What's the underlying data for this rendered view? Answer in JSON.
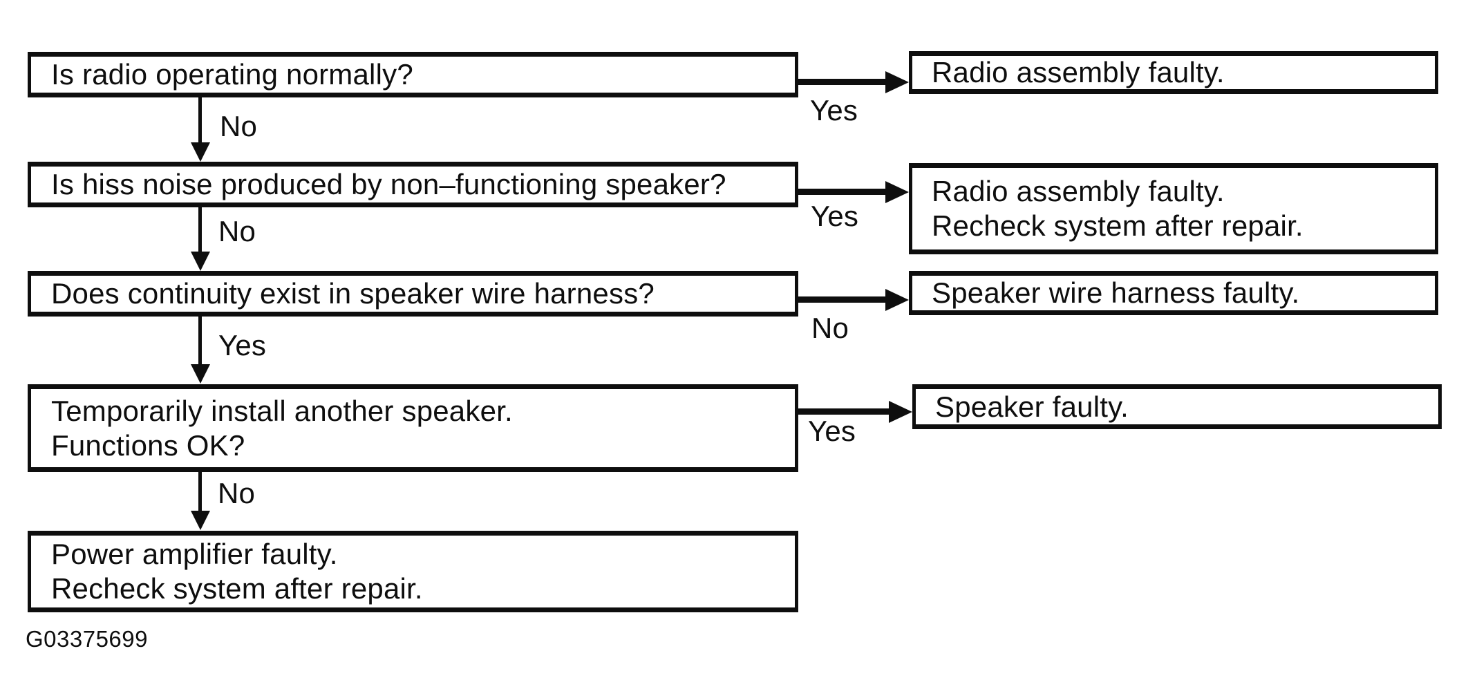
{
  "canvas": {
    "background": "#ffffff",
    "ink": "#0e0e0e"
  },
  "flowchart": {
    "question_boxes": [
      {
        "lines": [
          "Is radio operating normally?"
        ]
      },
      {
        "lines": [
          "Is hiss noise produced by non–functioning speaker?"
        ]
      },
      {
        "lines": [
          "Does continuity exist in speaker wire harness?"
        ]
      },
      {
        "lines": [
          "Temporarily install another speaker.",
          "Functions OK?"
        ]
      }
    ],
    "result_boxes": [
      {
        "lines": [
          "Radio assembly faulty."
        ]
      },
      {
        "lines": [
          "Radio assembly faulty.",
          "Recheck system after repair."
        ]
      },
      {
        "lines": [
          "Speaker wire harness faulty."
        ]
      },
      {
        "lines": [
          "Speaker faulty."
        ]
      }
    ],
    "terminal_box": {
      "lines": [
        "Power amplifier faulty.",
        "Recheck system after repair."
      ]
    },
    "branch_labels": {
      "q1_down": "No",
      "q1_side": "Yes",
      "q2_down": "No",
      "q2_side": "Yes",
      "q3_down": "Yes",
      "q3_side": "No",
      "q4_down": "No",
      "q4_side": "Yes"
    },
    "footer_code": "G03375699"
  }
}
